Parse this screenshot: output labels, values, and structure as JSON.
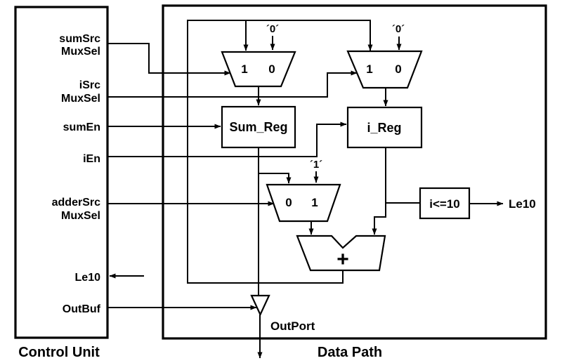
{
  "colors": {
    "ink": "#000000",
    "background": "#ffffff"
  },
  "control_unit": {
    "caption": "Control Unit",
    "signals": {
      "sum_src_mux_sel": [
        "sumSrc",
        "MuxSel"
      ],
      "i_src_mux_sel": [
        "iSrc",
        "MuxSel"
      ],
      "sum_en": "sumEn",
      "i_en": "iEn",
      "adder_src_mux_sel": [
        "adderSrc",
        "MuxSel"
      ],
      "le10_in": "Le10",
      "out_buf": "OutBuf"
    }
  },
  "data_path": {
    "caption": "Data Path",
    "sum_mux": {
      "left_input": "1",
      "right_input": "0",
      "constant": "´0´"
    },
    "i_mux": {
      "left_input": "1",
      "right_input": "0",
      "constant": "´0´"
    },
    "adder_mux": {
      "left_input": "0",
      "right_input": "1",
      "constant": "´1´"
    },
    "registers": {
      "sum_reg": "Sum_Reg",
      "i_reg": "i_Reg"
    },
    "adder_symbol": "+",
    "comparator": {
      "label": "i<=10",
      "output_label": "Le10"
    },
    "output_port": {
      "label": "OutPort"
    }
  }
}
